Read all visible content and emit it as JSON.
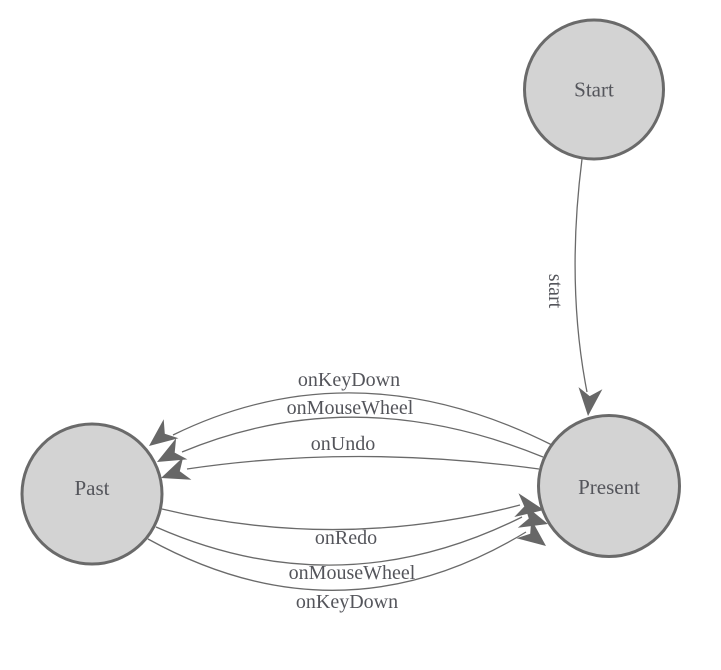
{
  "colors": {
    "background": "#ffffff",
    "node_fill": "#d3d3d3",
    "node_stroke": "#6a6a6a",
    "edge_stroke": "#6a6a6a",
    "arrow_fill": "#676767",
    "label_text": "#54555b"
  },
  "nodes": {
    "start": {
      "label": "Start"
    },
    "past": {
      "label": "Past"
    },
    "present": {
      "label": "Present"
    }
  },
  "edges": {
    "start_to_present": {
      "label": "start"
    },
    "present_to_past": [
      {
        "label": "onKeyDown"
      },
      {
        "label": "onMouseWheel"
      },
      {
        "label": "onUndo"
      }
    ],
    "past_to_present": [
      {
        "label": "onRedo"
      },
      {
        "label": "onMouseWheel"
      },
      {
        "label": "onKeyDown"
      }
    ]
  }
}
